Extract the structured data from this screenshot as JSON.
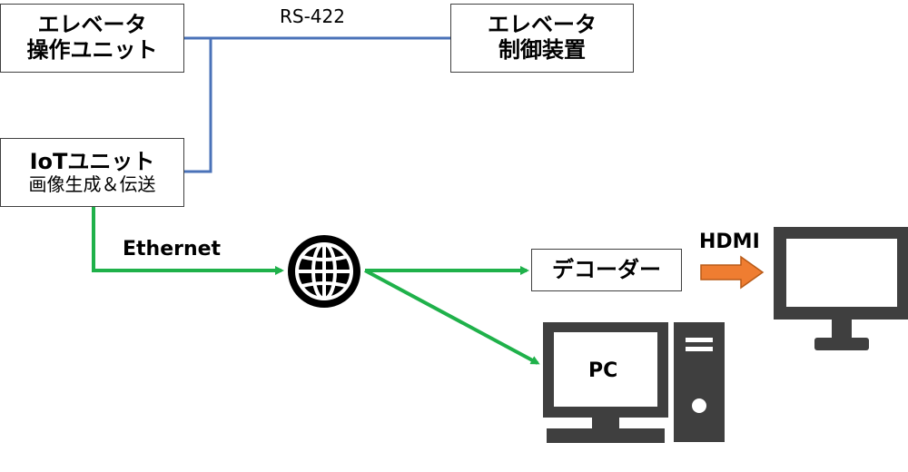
{
  "nodes": {
    "operation_unit": {
      "line1": "エレベータ",
      "line2": "操作ユニット"
    },
    "control_device": {
      "line1": "エレベータ",
      "line2": "制御装置"
    },
    "iot_unit": {
      "line1": "IoTユニット",
      "line2": "画像生成＆伝送"
    },
    "decoder": {
      "label": "デコーダー"
    },
    "pc": {
      "label": "PC"
    }
  },
  "links": {
    "rs422": "RS-422",
    "ethernet": "Ethernet",
    "hdmi": "HDMI"
  },
  "icons": {
    "network": "globe-icon",
    "pc": "desktop-pc-icon",
    "display": "monitor-icon",
    "hdmi_arrow": "arrow-right-icon"
  },
  "colors": {
    "serial_link": "#4a72b8",
    "ethernet_link": "#1fb14a",
    "hdmi_arrow": "#ef7d31",
    "device": "#3f3f3f"
  }
}
